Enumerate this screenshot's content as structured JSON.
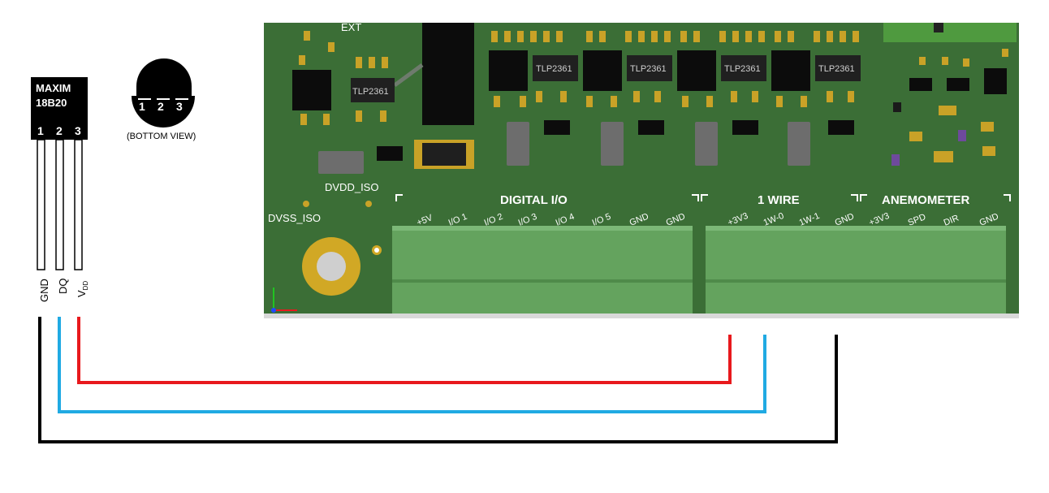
{
  "sensor": {
    "brand": "MAXIM",
    "model": "18B20",
    "pin_numbers": [
      "1",
      "2",
      "3"
    ],
    "pin_labels": [
      "GND",
      "DQ",
      "V"
    ],
    "vdd_subscript": "DD",
    "bottom_view_numbers": [
      "1",
      "2",
      "3"
    ],
    "bottom_view_caption": "(BOTTOM VIEW)"
  },
  "board": {
    "ext_label": "EXT",
    "optocoupler_label": "TLP2361",
    "dvdd_label": "DVDD_ISO",
    "dvss_label": "DVSS_ISO",
    "sections": {
      "digital_io": "DIGITAL I/O",
      "one_wire": "1 WIRE",
      "anemometer": "ANEMOMETER"
    },
    "digital_io_pins": [
      "+5V",
      "I/O 1",
      "I/O 2",
      "I/O 3",
      "I/O 4",
      "I/O 5",
      "GND",
      "GND"
    ],
    "one_wire_pins": [
      "+3V3",
      "1W-0",
      "1W-1",
      "GND"
    ],
    "anemometer_pins": [
      "+3V3",
      "SPD",
      "DIR",
      "GND"
    ]
  },
  "colors": {
    "board": "#3b6e36",
    "connector": "#64a35e",
    "wire_vdd": "#e8191d",
    "wire_dq": "#20aae3",
    "wire_gnd": "#000000"
  }
}
